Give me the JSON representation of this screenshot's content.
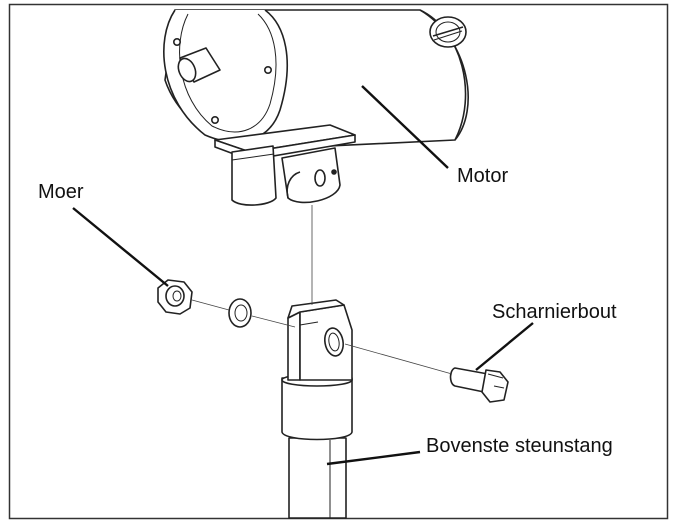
{
  "labels": {
    "motor": "Motor",
    "nut": "Moer",
    "hinge_bolt": "Scharnierbout",
    "upper_support_rod": "Bovenste steunstang"
  },
  "colors": {
    "line": "#222222",
    "fill": "#ffffff",
    "border": "#333333"
  }
}
